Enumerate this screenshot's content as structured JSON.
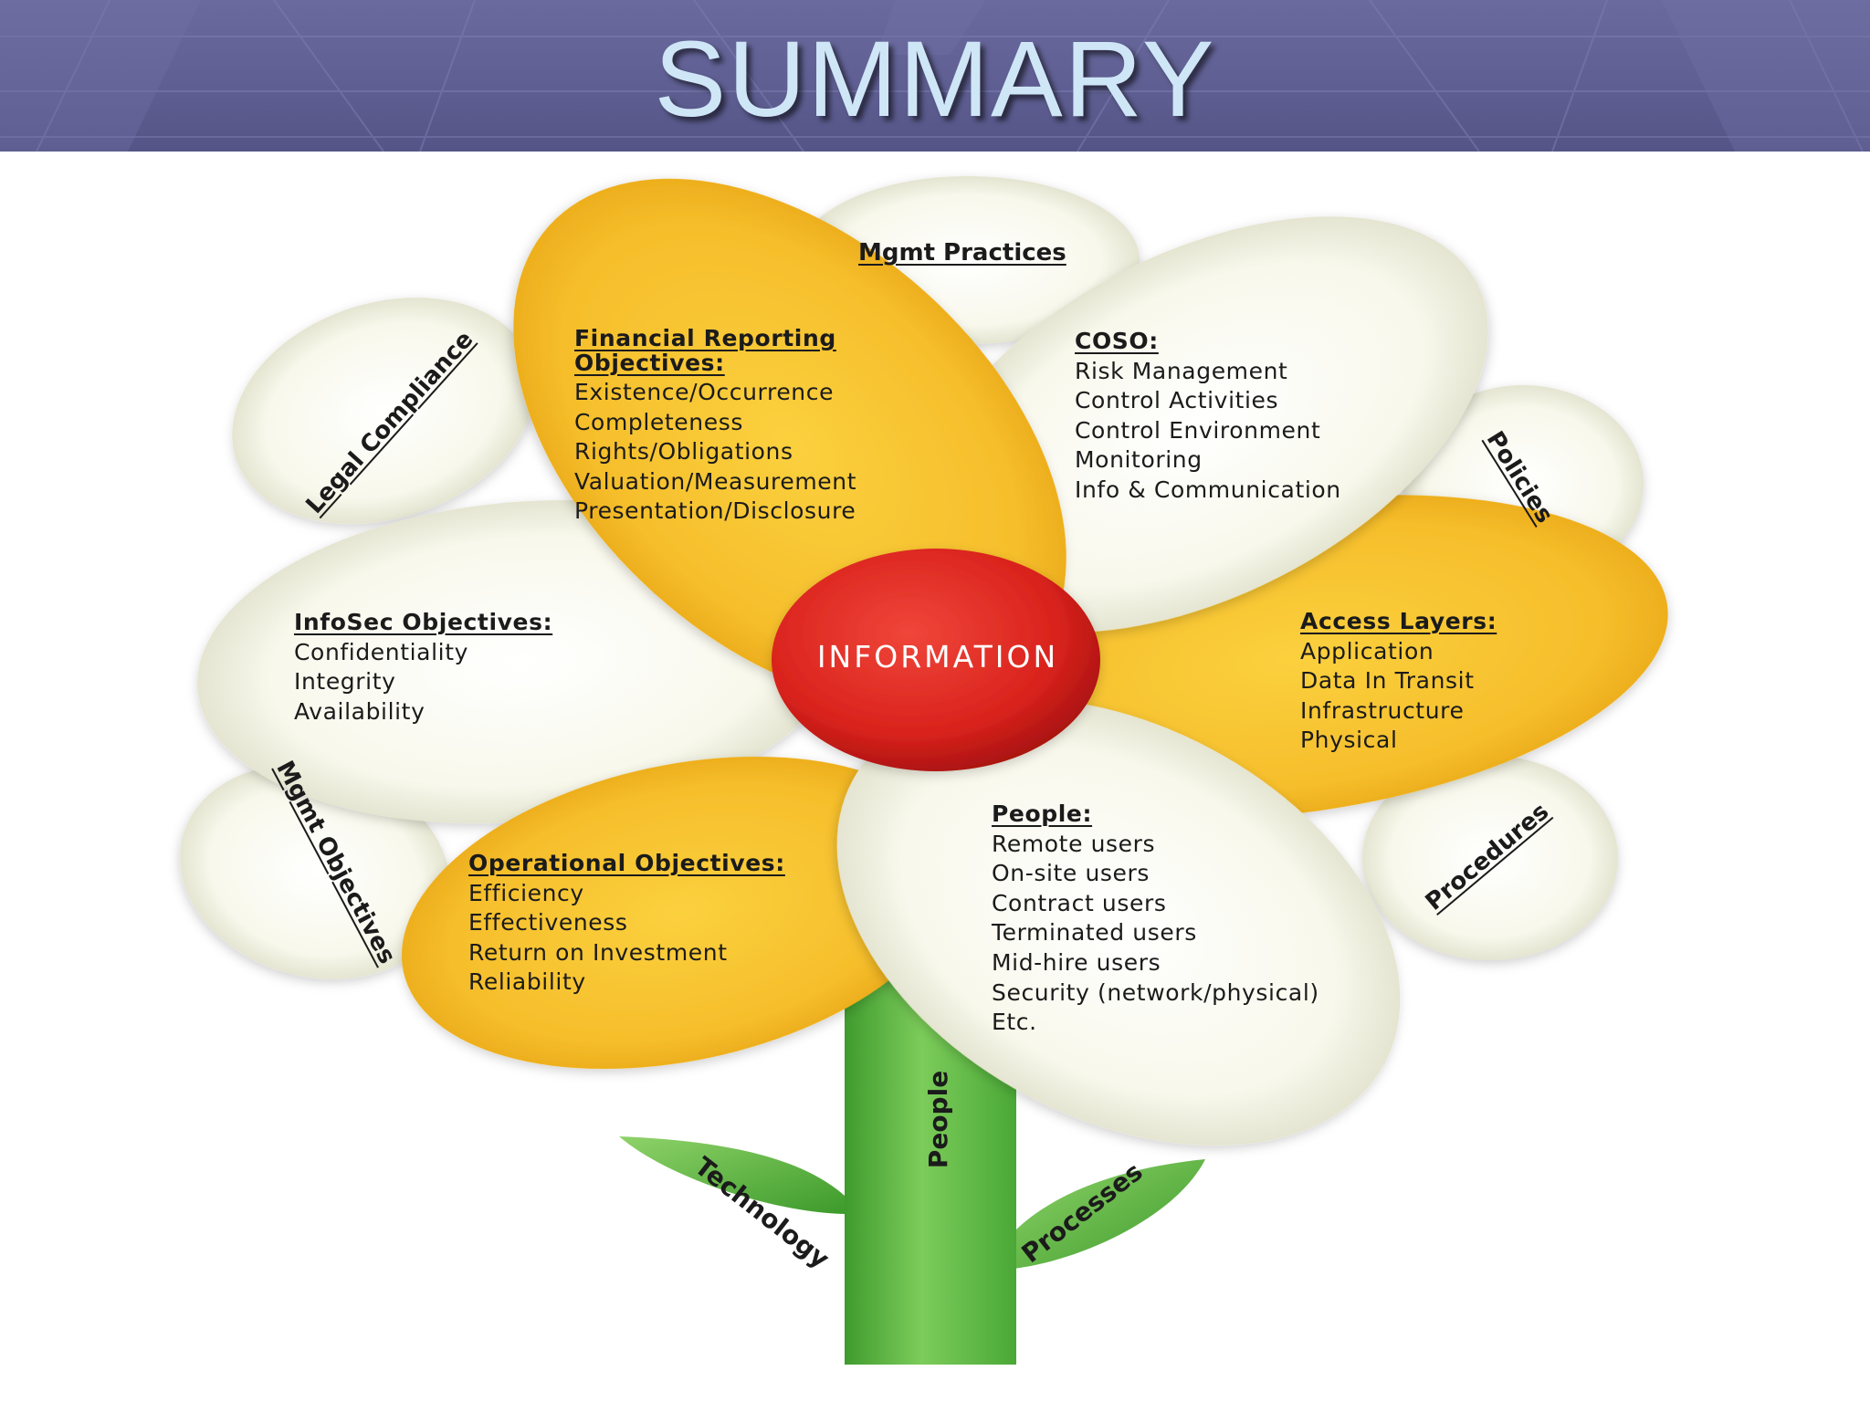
{
  "slide": {
    "title": "SUMMARY"
  },
  "diagram": {
    "center": "INFORMATION",
    "back_petals": {
      "mgmt_practices": "Mgmt Practices",
      "legal_compliance": "Legal Compliance",
      "policies": "Policies",
      "mgmt_objectives": "Mgmt Objectives",
      "procedures": "Procedures"
    },
    "financial": {
      "title_line1": "Financial Reporting",
      "title_line2": "Objectives:",
      "items": [
        "Existence/Occurrence",
        "Completeness",
        "Rights/Obligations",
        "Valuation/Measurement",
        "Presentation/Disclosure"
      ]
    },
    "coso": {
      "title": "COSO:",
      "items": [
        "Risk Management",
        "Control Activities",
        "Control Environment",
        "Monitoring",
        "Info & Communication"
      ]
    },
    "infosec": {
      "title": "InfoSec Objectives:",
      "items": [
        "Confidentiality",
        "Integrity",
        "Availability"
      ]
    },
    "access": {
      "title": "Access Layers:",
      "items": [
        "Application",
        "Data In Transit",
        "Infrastructure",
        "Physical"
      ]
    },
    "operational": {
      "title": "Operational Objectives:",
      "items": [
        "Efficiency",
        "Effectiveness",
        "Return on Investment",
        "Reliability"
      ]
    },
    "people": {
      "title": "People:",
      "items": [
        "Remote users",
        "On-site users",
        "Contract users",
        "Terminated users",
        "Mid-hire users",
        "Security (network/physical)",
        "Etc."
      ]
    },
    "stem": {
      "stem_label": "People",
      "left_leaf": "Technology",
      "right_leaf": "Processes"
    },
    "colors": {
      "yellow": "#f6be2b",
      "cream": "#f4f4e6",
      "red": "#d9221c",
      "green": "#5fba44",
      "header": "#5f5f93",
      "title_text": "#cfe6f7"
    }
  }
}
